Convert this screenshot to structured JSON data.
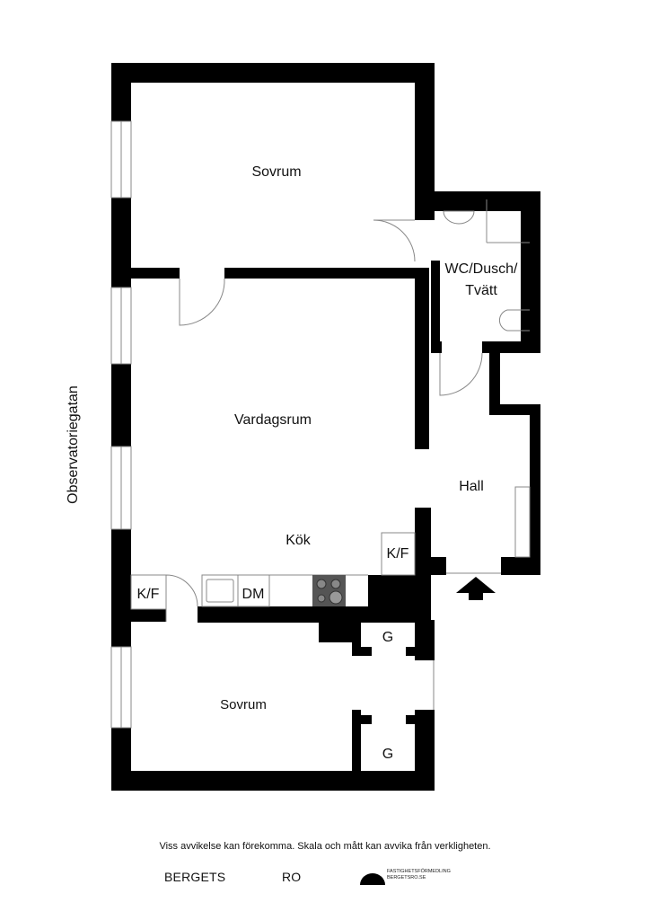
{
  "street": "Observatoriegatan",
  "rooms": {
    "bedroom_top": "Sovrum",
    "bathroom_line1": "WC/Dusch/",
    "bathroom_line2": "Tvätt",
    "living": "Vardagsrum",
    "hall": "Hall",
    "kitchen": "Kök",
    "fridge_right": "K/F",
    "fridge_left": "K/F",
    "dishwasher": "DM",
    "closet_top": "G",
    "bedroom_bottom": "Sovrum",
    "closet_bottom": "G"
  },
  "footer": {
    "disclaimer": "Viss avvikelse kan förekomma. Skala och mått kan avvika från verkligheten.",
    "logo_left": "BERGETS",
    "logo_mid": "RO",
    "logo_small_1": "FASTIGHETSFÖRMEDLING",
    "logo_small_2": "BERGETSRO.SE"
  },
  "colors": {
    "wall": "#000000",
    "fixture_line": "#888888",
    "stove": "#555555"
  }
}
